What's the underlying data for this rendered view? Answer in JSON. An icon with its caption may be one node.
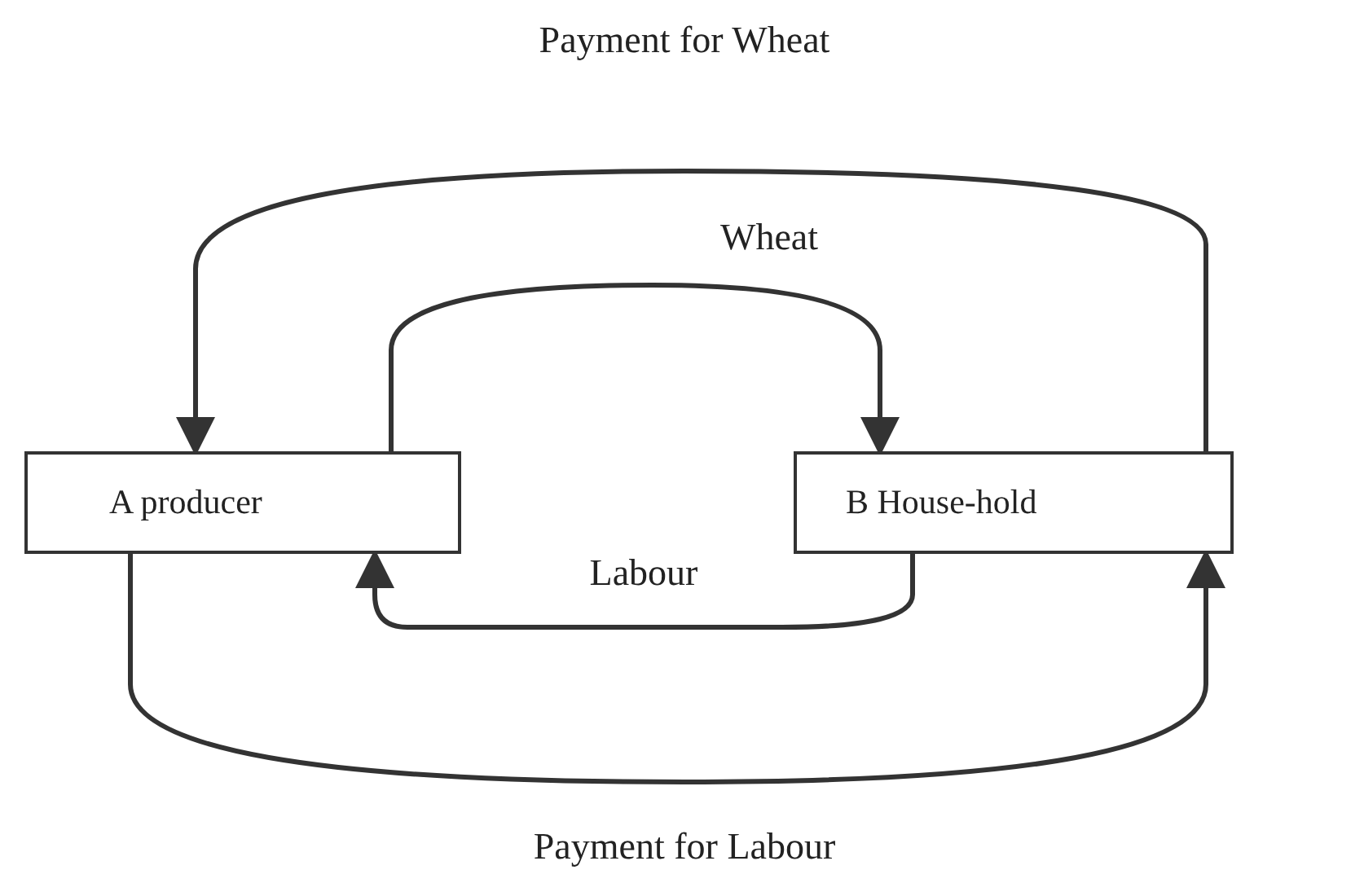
{
  "diagram": {
    "nodes": [
      {
        "text": [
          "A producer"
        ]
      },
      {
        "text": [
          "B House-hold"
        ]
      }
    ],
    "edges": [
      {
        "from": 1,
        "to": 0,
        "arrow": "to",
        "label": "Payment for Wheat"
      },
      {
        "from": 0,
        "to": 1,
        "arrow": "to",
        "label": "Wheat"
      },
      {
        "from": 1,
        "to": 0,
        "arrow": "to",
        "label": "Labour"
      },
      {
        "from": 0,
        "to": 1,
        "arrow": "to",
        "label": "Payment for Labour"
      }
    ]
  }
}
